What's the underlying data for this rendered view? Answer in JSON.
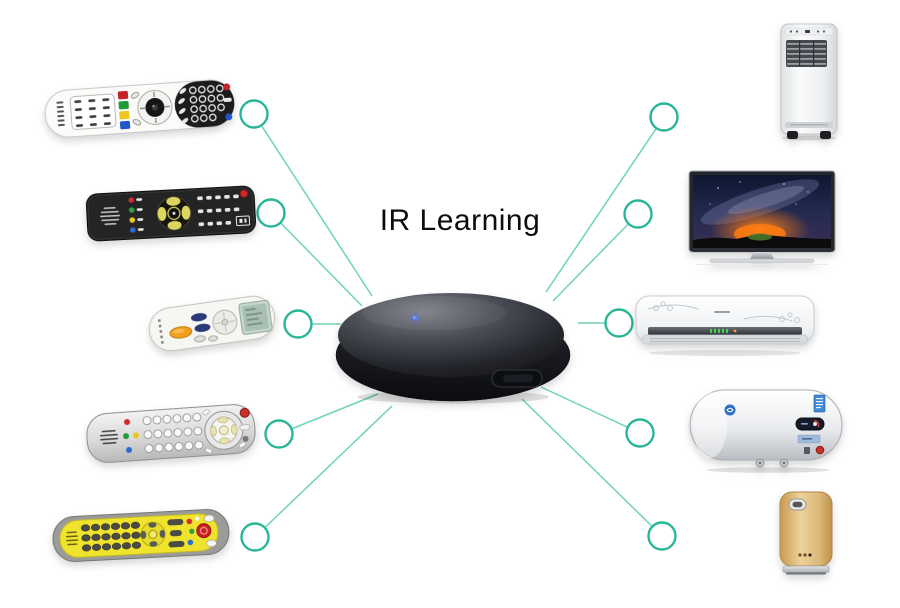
{
  "title": {
    "text": "IR Learning"
  },
  "hub": {
    "name": "ir-learning-hub",
    "description_icon": "black-disc-ir-blaster-icon",
    "led_color": "#5b82f2",
    "body_color": "#14161b"
  },
  "colors": {
    "background": "#ffffff",
    "connector_line": "#6fd2bb",
    "connector_ring": "#29b698",
    "title_text": "#0d0d0d"
  },
  "left_items": [
    {
      "icon": "white-tv-remote-icon",
      "accent_colors": [
        "#c4232a",
        "#1f9b3a",
        "#f2c71d",
        "#2156c8"
      ]
    },
    {
      "icon": "black-tv-remote-icon",
      "accent_colors": [
        "#ddd65e",
        "#d12a2a"
      ]
    },
    {
      "icon": "ac-remote-lcd-icon",
      "accent_colors": [
        "#f0a01e",
        "#2b3a78",
        "#c2d6cb"
      ]
    },
    {
      "icon": "silver-settop-remote-icon",
      "accent_colors": [
        "#c7312a",
        "#e9e2a8"
      ]
    },
    {
      "icon": "yellow-remote-icon",
      "accent_colors": [
        "#efe32e",
        "#cf1f1f"
      ]
    }
  ],
  "right_items": [
    {
      "icon": "portable-air-conditioner-icon",
      "accent_colors": [
        "#45494e"
      ]
    },
    {
      "icon": "television-icon",
      "accent_colors": [
        "#101a38",
        "#ff7a10"
      ]
    },
    {
      "icon": "split-air-conditioner-icon",
      "accent_colors": [
        "#45d14f"
      ]
    },
    {
      "icon": "water-heater-icon",
      "accent_colors": [
        "#2f6fc2",
        "#c53127"
      ]
    },
    {
      "icon": "gold-air-purifier-icon",
      "accent_colors": [
        "#c89a52"
      ]
    }
  ],
  "connections": {
    "left_count": 5,
    "right_count": 5,
    "node_shape": "circle"
  }
}
